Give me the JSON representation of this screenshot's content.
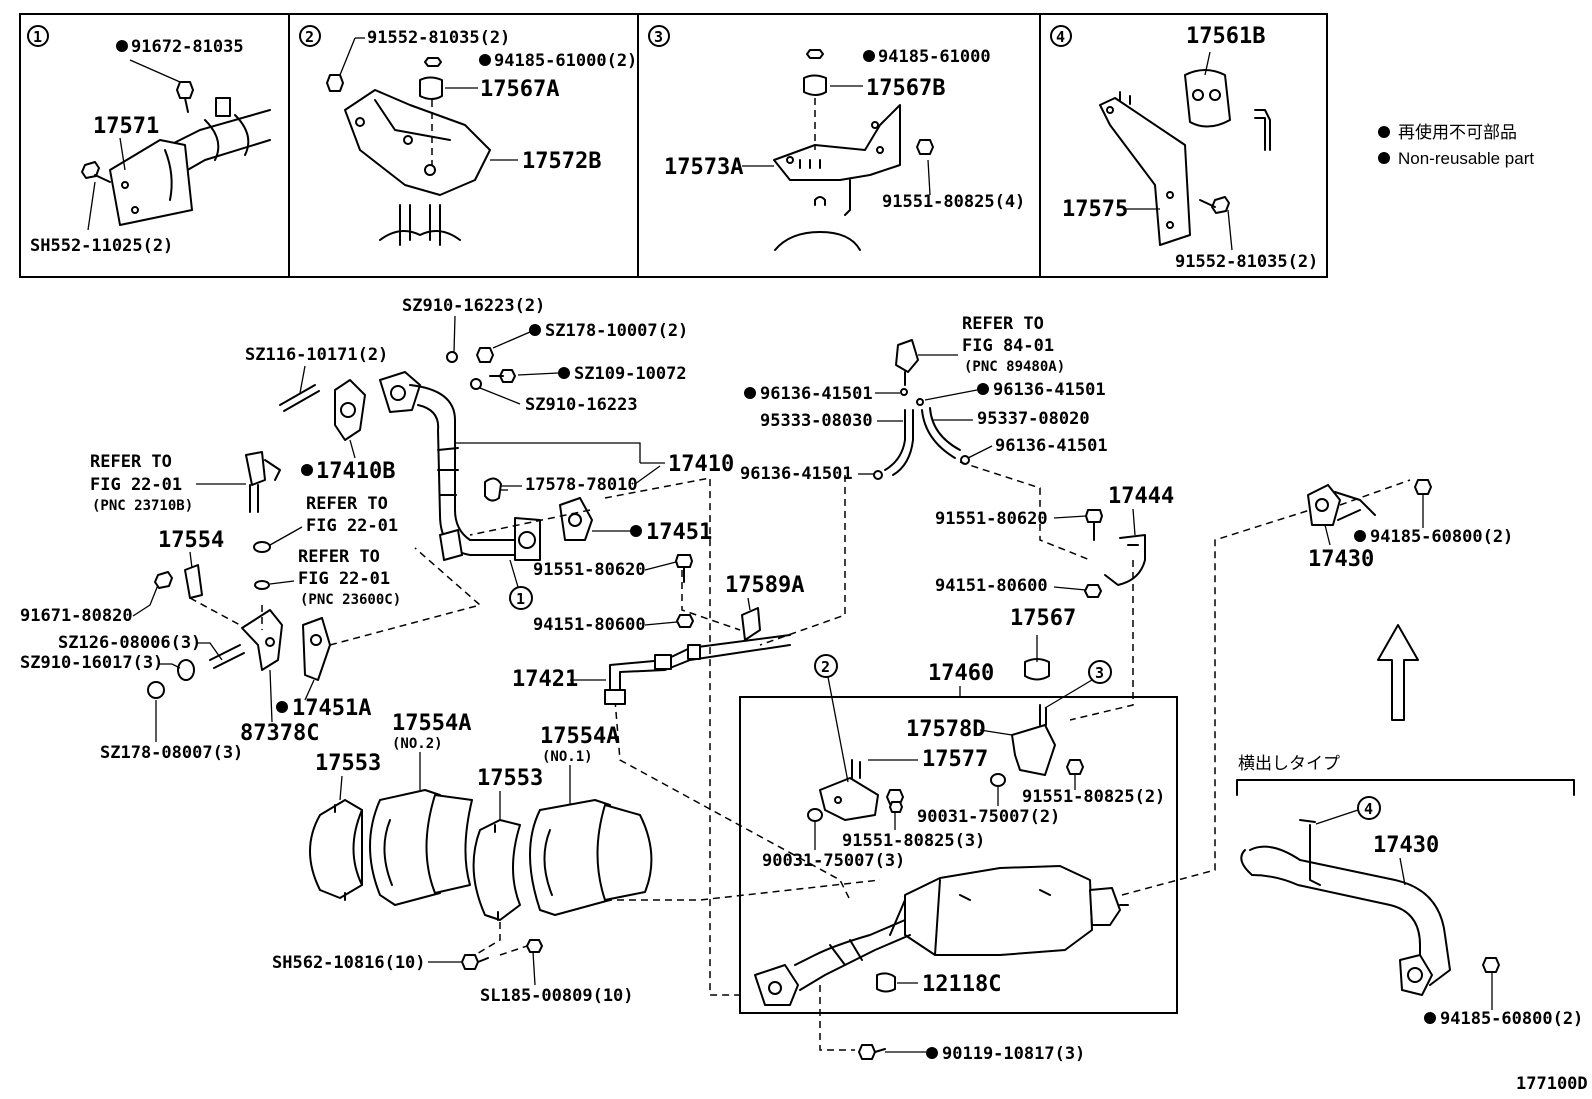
{
  "figure_id": "177100D",
  "legend": {
    "jp": "再使用不可部品",
    "en": "Non-reusable part"
  },
  "detail_panels": [
    {
      "num": "1",
      "labels": [
        "91672-81035",
        "17571",
        "SH552-11025(2)"
      ]
    },
    {
      "num": "2",
      "labels": [
        "91552-81035(2)",
        "94185-61000(2)",
        "17567A",
        "17572B"
      ]
    },
    {
      "num": "3",
      "labels": [
        "94185-61000",
        "17567B",
        "17573A",
        "91551-80825(4)"
      ]
    },
    {
      "num": "4",
      "labels": [
        "17561B",
        "17575",
        "91552-81035(2)"
      ]
    }
  ],
  "main_labels": {
    "sz910_16223_2": "SZ910-16223(2)",
    "sz178_10007_2": "SZ178-10007(2)",
    "sz109_10072": "SZ109-10072",
    "sz910_16223": "SZ910-16223",
    "sz116_10171_2": "SZ116-10171(2)",
    "p17410b": "17410B",
    "p17410": "17410",
    "p17578_78010": "17578-78010",
    "refer1_a": "REFER TO",
    "refer1_b": "FIG 22-01",
    "refer1_c": "(PNC 23710B)",
    "refer2_a": "REFER TO",
    "refer2_b": "FIG 22-01",
    "refer3_a": "REFER TO",
    "refer3_b": "FIG 22-01",
    "refer3_c": "(PNC 23600C)",
    "p17554": "17554",
    "p91671_80820": "91671-80820",
    "sz126_08006_3": "SZ126-08006(3)",
    "sz910_16017_3": "SZ910-16017(3)",
    "sz178_08007_3": "SZ178-08007(3)",
    "p17451a": "17451A",
    "p87378c": "87378C",
    "p17451": "17451",
    "p91551_80620_a": "91551-80620",
    "p94151_80600_a": "94151-80600",
    "p17589a": "17589A",
    "p17421": "17421",
    "refer4_a": "REFER TO",
    "refer4_b": "FIG 84-01",
    "refer4_c": "(PNC 89480A)",
    "p96136_41501_a": "96136-41501",
    "p96136_41501_b": "96136-41501",
    "p96136_41501_c": "96136-41501",
    "p96136_41501_d": "96136-41501",
    "p95333_08030": "95333-08030",
    "p95337_08020": "95337-08020",
    "p91551_80620_b": "91551-80620",
    "p94151_80600_b": "94151-80600",
    "p17444": "17444",
    "p17567": "17567",
    "p17460": "17460",
    "p17578d": "17578D",
    "p17577": "17577",
    "p91551_80825_2": "91551-80825(2)",
    "p90031_75007_2": "90031-75007(2)",
    "p91551_80825_3": "91551-80825(3)",
    "p90031_75007_3": "90031-75007(3)",
    "p12118c": "12118C",
    "p90119_10817_3": "90119-10817(3)",
    "p17430_top": "17430",
    "p94185_60800_2_a": "94185-60800(2)",
    "yokodashi": "横出しタイプ",
    "p17430_bottom": "17430",
    "p94185_60800_2_b": "94185-60800(2)",
    "p17553_a": "17553",
    "p17554a_no2": "17554A",
    "no2": "(NO.2)",
    "p17553_b": "17553",
    "p17554a_no1": "17554A",
    "no1": "(NO.1)",
    "sh562_10816_10": "SH562-10816(10)",
    "sl185_00809_10": "SL185-00809(10)"
  },
  "callout_numbers": [
    "1",
    "2",
    "3",
    "4"
  ]
}
